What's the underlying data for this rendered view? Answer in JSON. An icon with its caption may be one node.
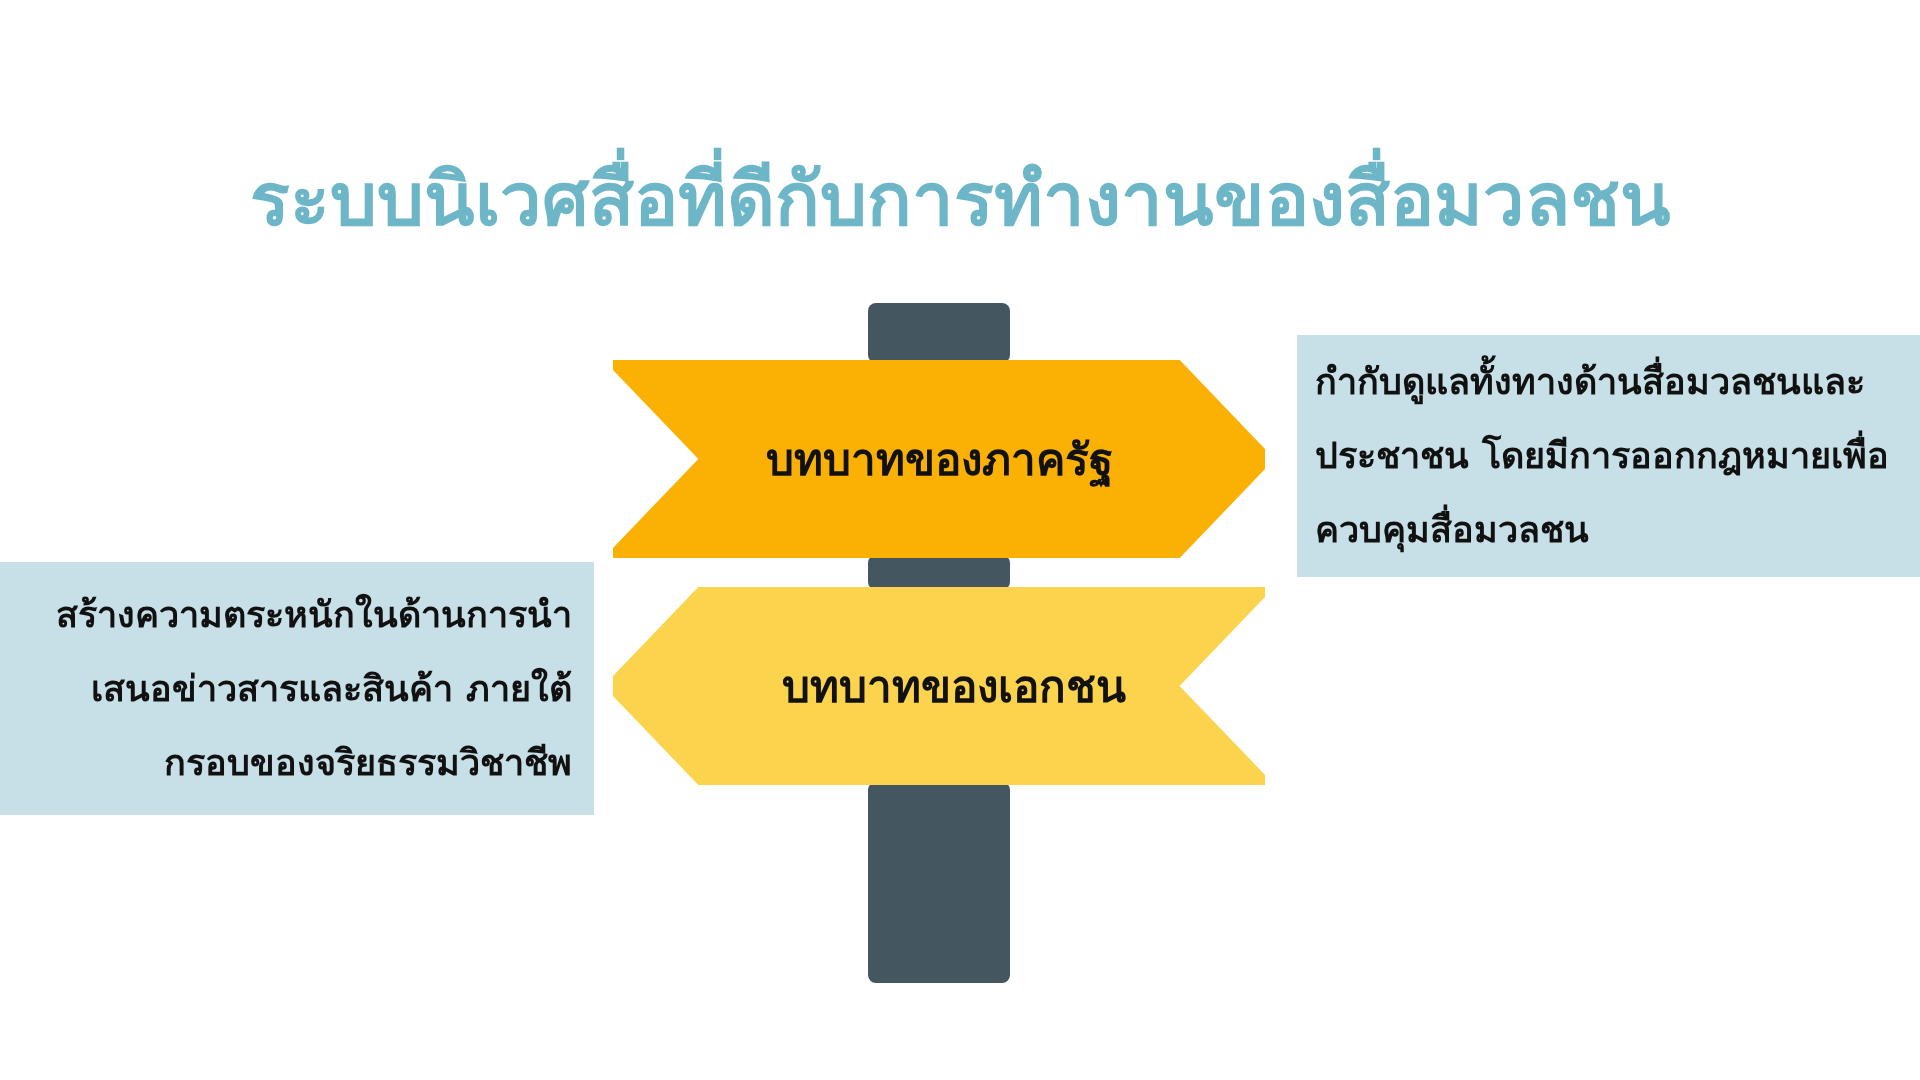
{
  "diagram": {
    "title": "ระบบนิเวศสื่อที่ดีกับการทำงานของสื่อมวลชน",
    "nodes": [
      {
        "text": [
          "บทบาทของภาครัฐ"
        ]
      },
      {
        "text": [
          "กำกับดูแลทั้งทางด้านสื่อมวลชนและประชาชน โดยมีการออกกฎหมายเพื่อควบคุมสื่อมวลชน"
        ]
      },
      {
        "text": [
          "บทบาทของเอกชน"
        ]
      },
      {
        "text": [
          "สร้างความตระหนักในด้านการนำเสนอข่าวสารและสินค้า ภายใต้กรอบของจริยธรรมวิชาชีพ"
        ]
      },
      {
        "text": [],
        "shape": "bar"
      },
      {
        "text": [],
        "shape": "bar"
      },
      {
        "text": [],
        "shape": "bar"
      }
    ]
  }
}
